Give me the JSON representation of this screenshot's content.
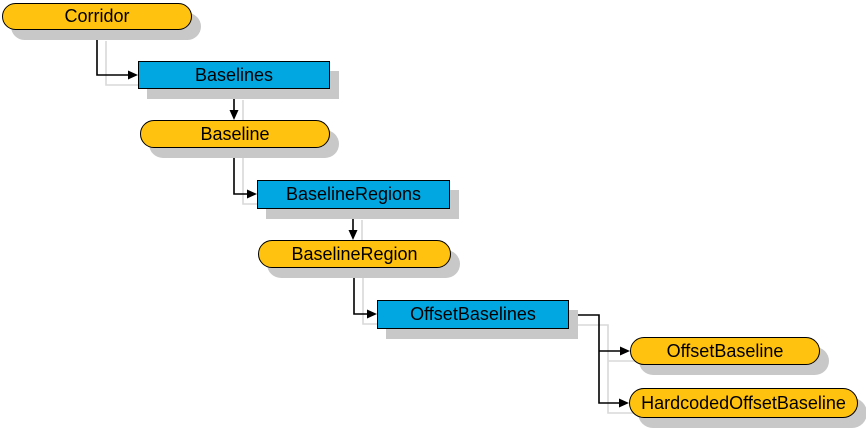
{
  "diagram": {
    "type": "object-model-hierarchy",
    "background": "#ffffff",
    "colors": {
      "class_pill_fill": "#FFC20E",
      "collection_rect_fill": "#00A7E1",
      "outline": "#000000",
      "connector": "#000000",
      "box_shadow": "#C8C8C8",
      "connector_shadow": "#D9D9D9",
      "text": "#000000"
    },
    "nodes": {
      "corridor": {
        "label": "Corridor",
        "shape": "pill"
      },
      "baselines": {
        "label": "Baselines",
        "shape": "rect"
      },
      "baseline": {
        "label": "Baseline",
        "shape": "pill"
      },
      "baselineRegions": {
        "label": "BaselineRegions",
        "shape": "rect"
      },
      "baselineRegion": {
        "label": "BaselineRegion",
        "shape": "pill"
      },
      "offsetBaselines": {
        "label": "OffsetBaselines",
        "shape": "rect"
      },
      "offsetBaseline": {
        "label": "OffsetBaseline",
        "shape": "pill"
      },
      "hardcodedOffsetBaseline": {
        "label": "HardcodedOffsetBaseline",
        "shape": "pill"
      }
    },
    "edges": [
      {
        "from": "Corridor",
        "to": "Baselines"
      },
      {
        "from": "Baselines",
        "to": "Baseline"
      },
      {
        "from": "Baseline",
        "to": "BaselineRegions"
      },
      {
        "from": "BaselineRegions",
        "to": "BaselineRegion"
      },
      {
        "from": "BaselineRegion",
        "to": "OffsetBaselines"
      },
      {
        "from": "OffsetBaselines",
        "to": "OffsetBaseline"
      },
      {
        "from": "OffsetBaselines",
        "to": "HardcodedOffsetBaseline"
      }
    ]
  }
}
